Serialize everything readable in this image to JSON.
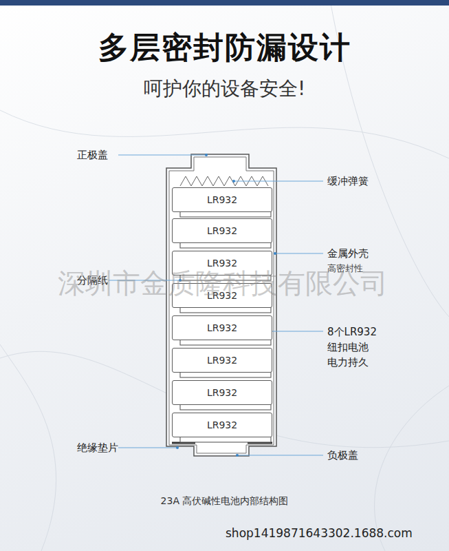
{
  "diagram": {
    "title": "多层密封防漏设计",
    "caption": "23A 高伏碱性电池内部结构图",
    "nodes": [
      {
        "text": [
          "LR932"
        ]
      },
      {
        "text": [
          "LR932"
        ]
      },
      {
        "text": [
          "LR932"
        ]
      },
      {
        "text": [
          "LR932"
        ]
      },
      {
        "text": [
          "LR932"
        ]
      },
      {
        "text": [
          "LR932"
        ]
      },
      {
        "text": [
          "LR932"
        ]
      },
      {
        "text": [
          "LR932"
        ]
      }
    ],
    "labels": [
      "呵护你的设备安全!",
      "正极盖",
      "缓冲弹簧",
      "金属外壳",
      "高密封性",
      "分隔纸",
      "8个LR932 纽扣电池 电力持久",
      "绝缘垫片",
      "负极盖",
      "深圳市金质隆科技有限公司",
      "shop1419871643302.1688.com"
    ]
  }
}
